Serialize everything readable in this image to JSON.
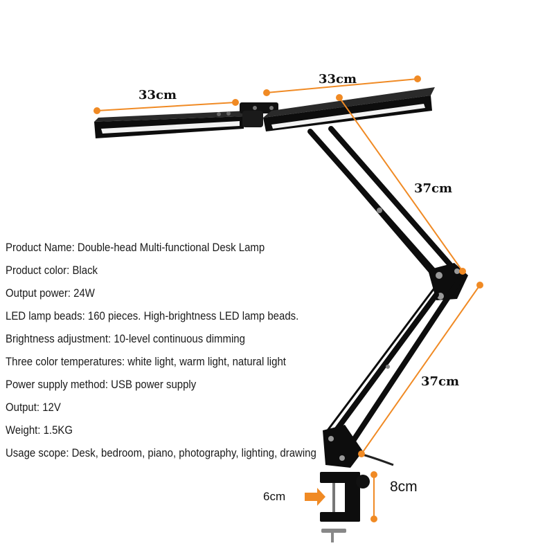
{
  "product_image": {
    "dimensions": {
      "head_left_width": "33cm",
      "head_right_width": "33cm",
      "upper_arm_length": "37cm",
      "lower_arm_length": "37cm",
      "clamp_height": "8cm",
      "clamp_opening": "6cm"
    },
    "lamp_color": "#0d0d0d",
    "dimension_line_color": "#f08a24"
  },
  "specifications": [
    "Product Name: Double-head Multi-functional Desk Lamp",
    "Product color: Black",
    "Output power: 24W",
    "LED lamp beads: 160 pieces. High-brightness LED lamp beads.",
    "Brightness adjustment: 10-level continuous dimming",
    "Three color temperatures: white light, warm light, natural light",
    "Power supply method: USB power supply",
    "Output: 12V",
    "Weight: 1.5KG",
    "Usage scope: Desk, bedroom, piano, photography, lighting, drawing"
  ]
}
